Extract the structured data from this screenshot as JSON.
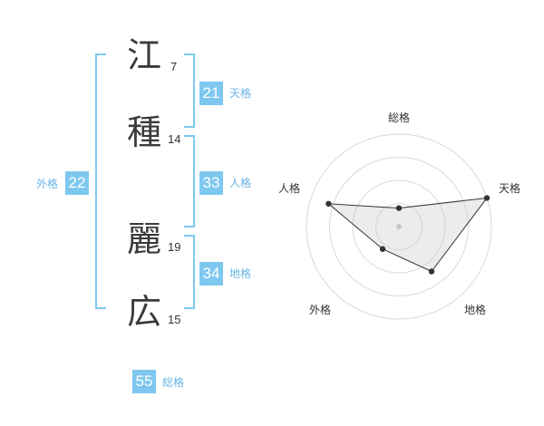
{
  "name": {
    "chars": [
      {
        "char": "江",
        "strokes": "7"
      },
      {
        "char": "種",
        "strokes": "14"
      },
      {
        "char": "麗",
        "strokes": "19"
      },
      {
        "char": "広",
        "strokes": "15"
      }
    ]
  },
  "kaku": {
    "tenkaku": {
      "value": "21",
      "label": "天格"
    },
    "jinkaku": {
      "value": "33",
      "label": "人格"
    },
    "chikaku": {
      "value": "34",
      "label": "地格"
    },
    "gaikaku": {
      "value": "22",
      "label": "外格"
    },
    "soukaku": {
      "value": "55",
      "label": "総格"
    }
  },
  "colors": {
    "accent": "#7ec8f0",
    "accent_text": "#6ab4e4",
    "bracket": "#7ec8f0"
  },
  "chart_data": {
    "type": "radar",
    "axes": [
      "総格",
      "天格",
      "地格",
      "外格",
      "人格"
    ],
    "values": [
      0.2,
      1.0,
      0.6,
      0.3,
      0.8
    ],
    "rings": 4,
    "grid": true
  }
}
